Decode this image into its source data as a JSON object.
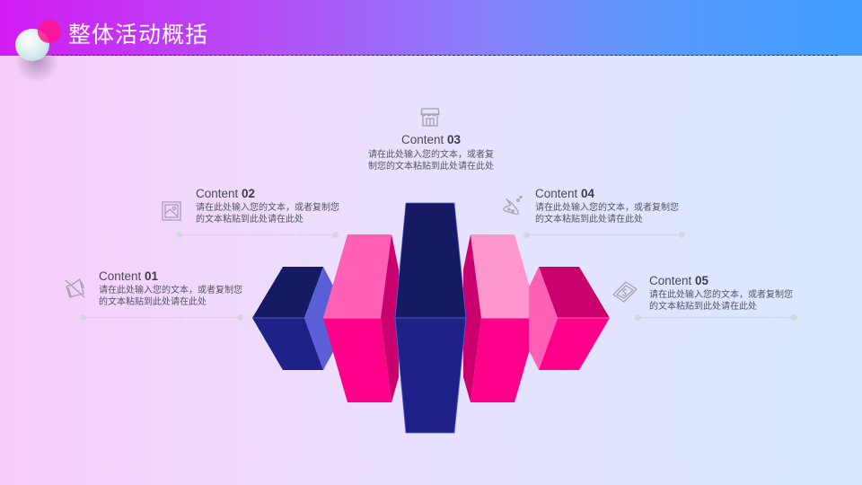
{
  "header": {
    "title": "整体活动概括"
  },
  "colors": {
    "navy_dark": "#161a63",
    "navy": "#1e2188",
    "periwinkle": "#5a5fd8",
    "pink_hot": "#ff008a",
    "pink_light": "#ff5fb4",
    "pink_pale": "#ff96cc",
    "magenta_dark": "#c9006e"
  },
  "items": [
    {
      "label": "Content ",
      "number": "01",
      "text": "请在此处输入您的文本，或者复制您的文本粘贴到此处请在此处",
      "icon": "speaker-mute-icon"
    },
    {
      "label": "Content ",
      "number": "02",
      "text": "请在此处输入您的文本，或者复制您的文本粘贴到此处请在此处",
      "icon": "picture-icon"
    },
    {
      "label": "Content ",
      "number": "03",
      "text": "请在此处输入您的文本，或者复制您的文本粘贴到此处请在此处",
      "icon": "shop-icon"
    },
    {
      "label": "Content ",
      "number": "04",
      "text": "请在此处输入您的文本，或者复制您的文本粘贴到此处请在此处",
      "icon": "flask-icon"
    },
    {
      "label": "Content ",
      "number": "05",
      "text": "请在此处输入您的文本，或者复制您的文本粘贴到此处请在此处",
      "icon": "money-icon"
    }
  ]
}
